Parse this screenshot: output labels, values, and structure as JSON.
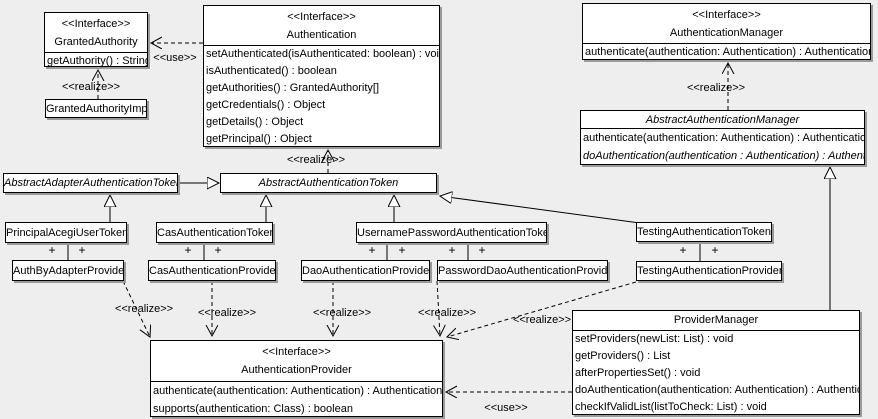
{
  "labels": {
    "use": "<<use>>",
    "realize": "<<realize>>",
    "plus": "+"
  },
  "colors": {
    "canvas_bg": "#eeeeee",
    "box_bg": "#ffffff",
    "box_border": "#000000",
    "box_shadow": "#9a9a9a",
    "text": "#000000"
  },
  "classes": {
    "granted_authority": {
      "stereotype": "<<Interface>>",
      "name": "GrantedAuthority",
      "methods": [
        "getAuthority() : String"
      ]
    },
    "granted_authority_impl": {
      "name": "GrantedAuthorityImpl"
    },
    "authentication": {
      "stereotype": "<<Interface>>",
      "name": "Authentication",
      "methods": [
        "setAuthenticated(isAuthenticated: boolean) : void",
        "isAuthenticated() : boolean",
        "getAuthorities() : GrantedAuthority[]",
        "getCredentials() : Object",
        "getDetails() : Object",
        "getPrincipal() : Object"
      ]
    },
    "authentication_manager": {
      "stereotype": "<<Interface>>",
      "name": "AuthenticationManager",
      "methods": [
        "authenticate(authentication: Authentication) : Authentication"
      ]
    },
    "abstract_authentication_manager": {
      "name": "AbstractAuthenticationManager",
      "methods": [
        "authenticate(authentication: Authentication) : Authentication",
        "doAuthentication(authentication : Authentication) : Authentication"
      ]
    },
    "abstract_adapter_authentication_token": {
      "name": "AbstractAdapterAuthenticationToken"
    },
    "abstract_authentication_token": {
      "name": "AbstractAuthenticationToken"
    },
    "principal_acegi_user_token": {
      "name": "PrincipalAcegiUserToken"
    },
    "cas_authentication_token": {
      "name": "CasAuthenticationToken"
    },
    "username_password_authentication_token": {
      "name": "UsernamePasswordAuthenticationToken"
    },
    "testing_authentication_token": {
      "name": "TestingAuthenticationToken"
    },
    "auth_by_adapter_provider": {
      "name": "AuthByAdapterProvider"
    },
    "cas_authentication_provider": {
      "name": "CasAuthenticationProvider"
    },
    "dao_authentication_provider": {
      "name": "DaoAuthenticationProvider"
    },
    "password_dao_authentication_provider": {
      "name": "PasswordDaoAuthenticationProvider"
    },
    "testing_authentication_provider": {
      "name": "TestingAuthenticationProvider"
    },
    "authentication_provider": {
      "stereotype": "<<Interface>>",
      "name": "AuthenticationProvider",
      "methods": [
        "authenticate(authentication: Authentication) : Authentication",
        "supports(authentication: Class) : boolean"
      ]
    },
    "provider_manager": {
      "name": "ProviderManager",
      "methods": [
        "setProviders(newList: List) : void",
        "getProviders() : List",
        "afterPropertiesSet() : void",
        "doAuthentication(authentication: Authentication) : Authentication",
        "checkIfValidList(listToCheck: List) : void"
      ]
    }
  }
}
